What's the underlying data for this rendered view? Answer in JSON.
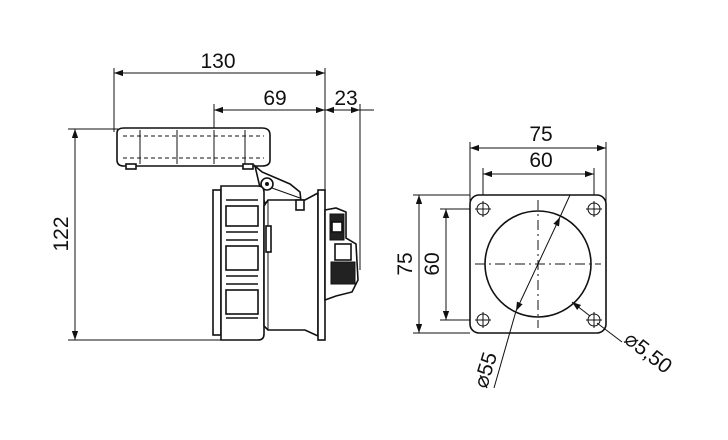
{
  "dimensions": {
    "side_width": "130",
    "side_depth": "69",
    "side_rear": "23",
    "side_height": "122",
    "flange_width": "75",
    "hole_spacing_h": "60",
    "flange_height": "75",
    "hole_spacing_v": "60",
    "cutout_diameter": "⌀55",
    "hole_diameter": "⌀5,50"
  }
}
